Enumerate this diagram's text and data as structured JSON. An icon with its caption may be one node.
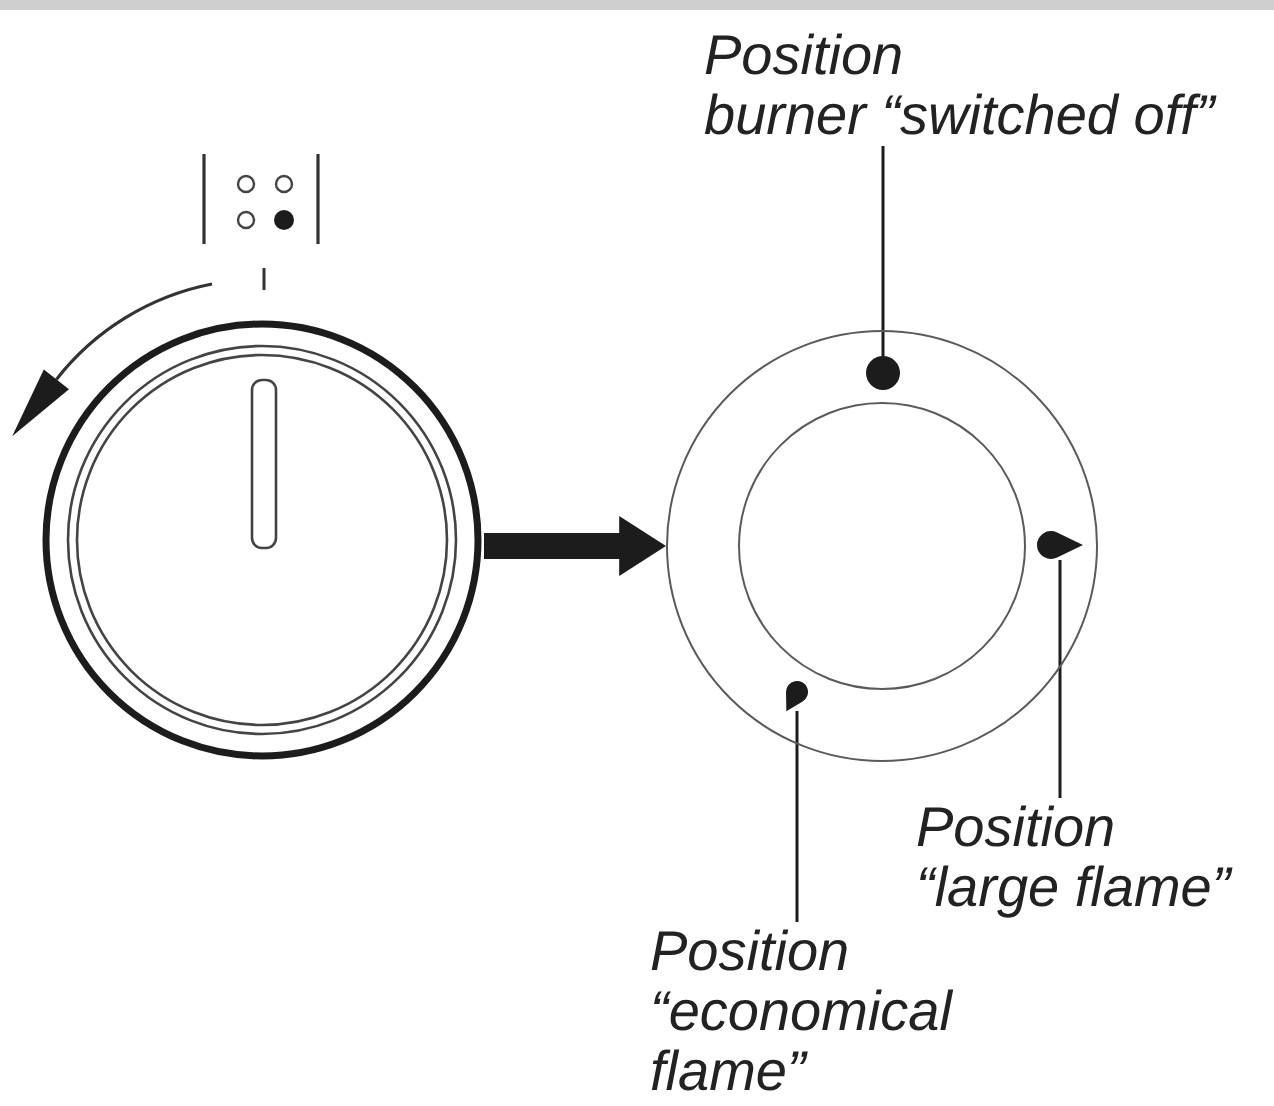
{
  "diagram": {
    "nodes": [
      {
        "text": [],
        "shape": "picture"
      },
      {
        "text": [],
        "shape": "circle"
      },
      {
        "text": [],
        "shape": "circle",
        "in": 1
      },
      {
        "text": [],
        "shape": "drop",
        "in": 1
      },
      {
        "text": [],
        "shape": "drop",
        "in": 1
      },
      {
        "text": [
          "Position burner “switched off”"
        ]
      },
      {
        "text": [
          "Position “large flame”"
        ]
      },
      {
        "text": [
          "Position “economical flame”"
        ]
      }
    ],
    "edges": [
      {
        "from": 0,
        "to": 1,
        "arrow": "to",
        "style": "thick"
      },
      {
        "from": 5,
        "to": 2,
        "arrow": "none"
      },
      {
        "from": 6,
        "to": 3,
        "arrow": "none"
      },
      {
        "from": 7,
        "to": 4,
        "arrow": "none"
      }
    ]
  }
}
